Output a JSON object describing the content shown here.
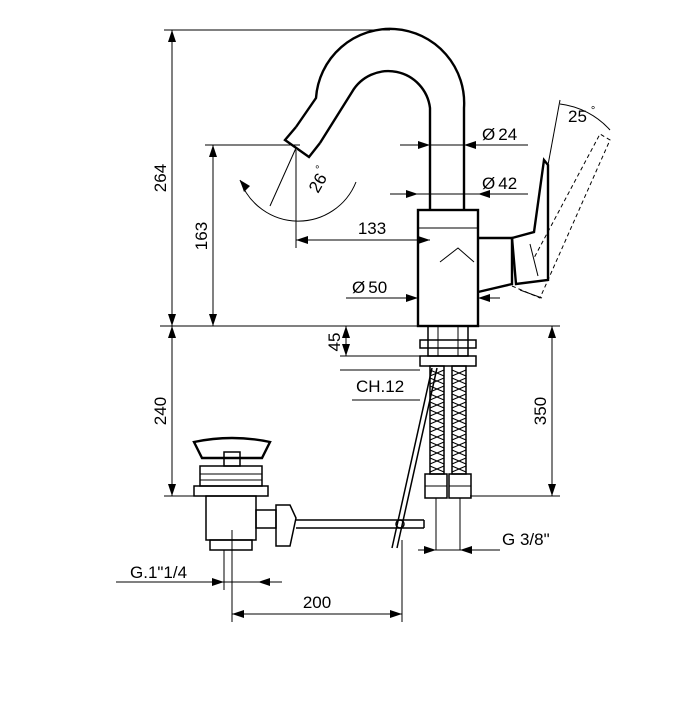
{
  "dimensions": {
    "total_height": "264",
    "spout_height": "163",
    "spout_reach": "133",
    "spout_tip_angle": "26",
    "lever_angle": "25",
    "spout_diameter": "24",
    "handle_body_diameter": "42",
    "base_diameter": "50",
    "base_thread_height": "45",
    "wrench_size": "CH.12",
    "below_deck_depth": "240",
    "hose_length": "350",
    "hose_thread": "G 3/8\"",
    "waste_thread": "G.1\"1/4",
    "rod_length": "200"
  },
  "symbols": {
    "diameter": "Ø",
    "degree": "°"
  }
}
